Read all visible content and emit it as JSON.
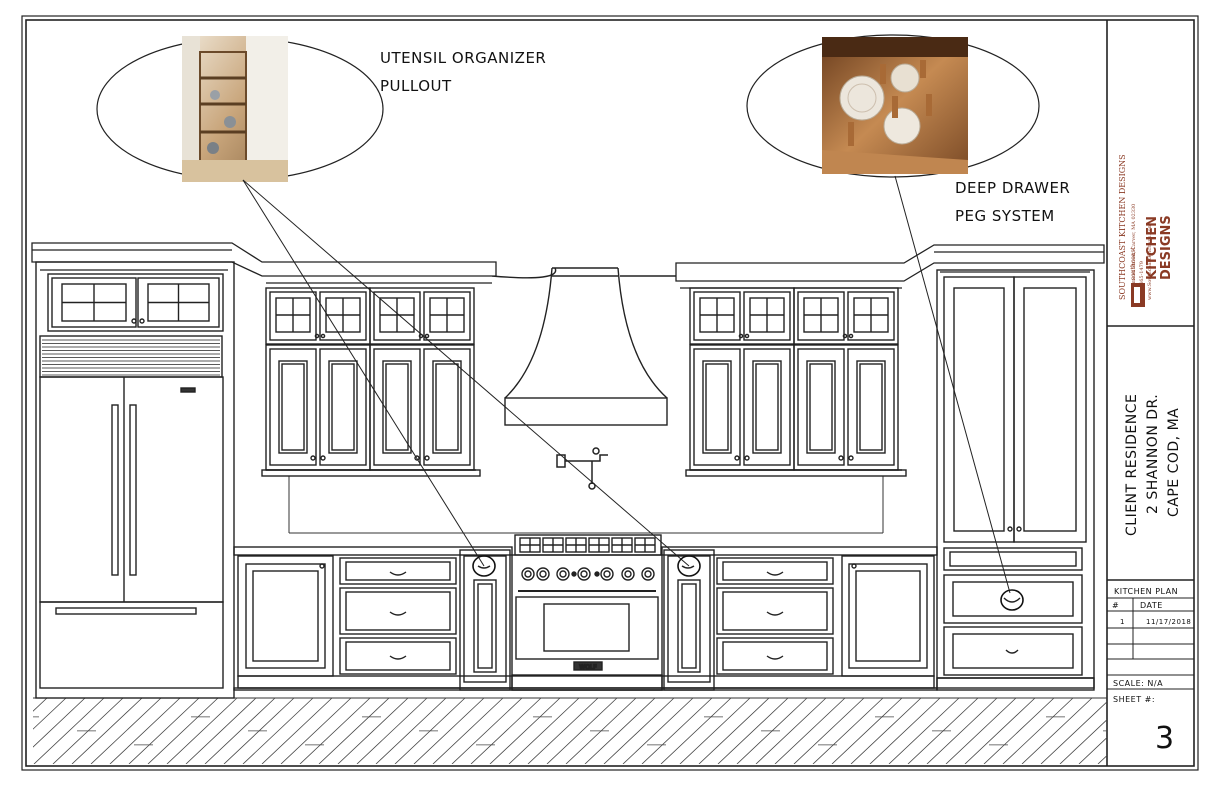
{
  "callouts": {
    "left": {
      "line1": "UTENSIL ORGANIZER",
      "line2": "PULLOUT"
    },
    "right": {
      "line1": "DEEP DRAWER",
      "line2": "PEG SYSTEM"
    }
  },
  "appliances": {
    "range_badge": "WOLF"
  },
  "title_block": {
    "company": {
      "name": "SOUTHCOAST KITCHEN DESIGNS",
      "address": "20 Tremont Street, Carver, MA 02330",
      "phone": "(508) 465-1479",
      "web": "www.SouthcoastKitchens.com",
      "logo_small": "southcoast",
      "logo_big1": "KITCHEN",
      "logo_big2": "DESIGNS"
    },
    "client": {
      "line1": "CLIENT RESIDENCE",
      "line2": "2 SHANNON DR.",
      "line3": "CAPE COD, MA"
    },
    "plan_label": "KITCHEN PLAN",
    "rev_header_num": "#",
    "rev_header_date": "DATE",
    "revisions": [
      {
        "num": "1",
        "date": "11/17/2018"
      }
    ],
    "scale": "SCALE: N/A",
    "sheet_label": "SHEET #:",
    "sheet_number": "3"
  },
  "colors": {
    "line": "#1a1a1a",
    "wood": "#b07a45",
    "brand": "#8a3a24"
  }
}
